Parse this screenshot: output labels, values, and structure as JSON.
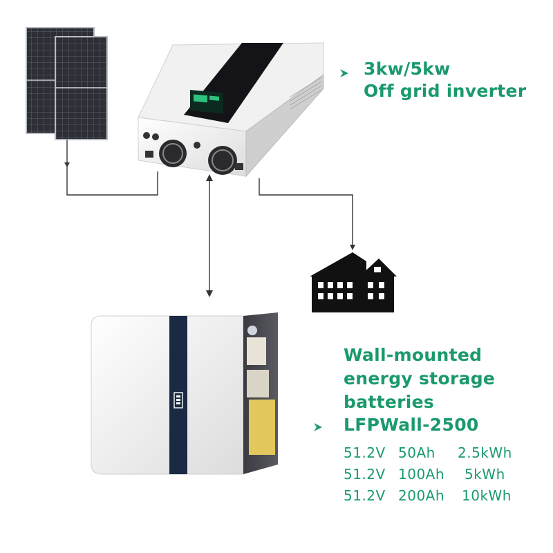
{
  "inverter": {
    "title_line1": "3kw/5kw",
    "title_line2": "Off grid inverter"
  },
  "battery": {
    "title_lines": [
      "Wall-mounted",
      "energy storage",
      "batteries"
    ],
    "model": "LFPWall-2500",
    "specs": [
      {
        "voltage": "51.2V",
        "capacity": "50Ah",
        "energy": "2.5kWh"
      },
      {
        "voltage": "51.2V",
        "capacity": "100Ah",
        "energy": "5kWh"
      },
      {
        "voltage": "51.2V",
        "capacity": "200Ah",
        "energy": "10kWh"
      }
    ]
  },
  "colors": {
    "accent_green": "#1a9a6c",
    "display_green": "#2ec27e",
    "panel_dark": "#1e1e22",
    "battery_stripe": "#1b2a44"
  },
  "icons": [
    "solar-panel-icon",
    "house-icon",
    "arrow-right-icon",
    "battery-level-icon"
  ]
}
